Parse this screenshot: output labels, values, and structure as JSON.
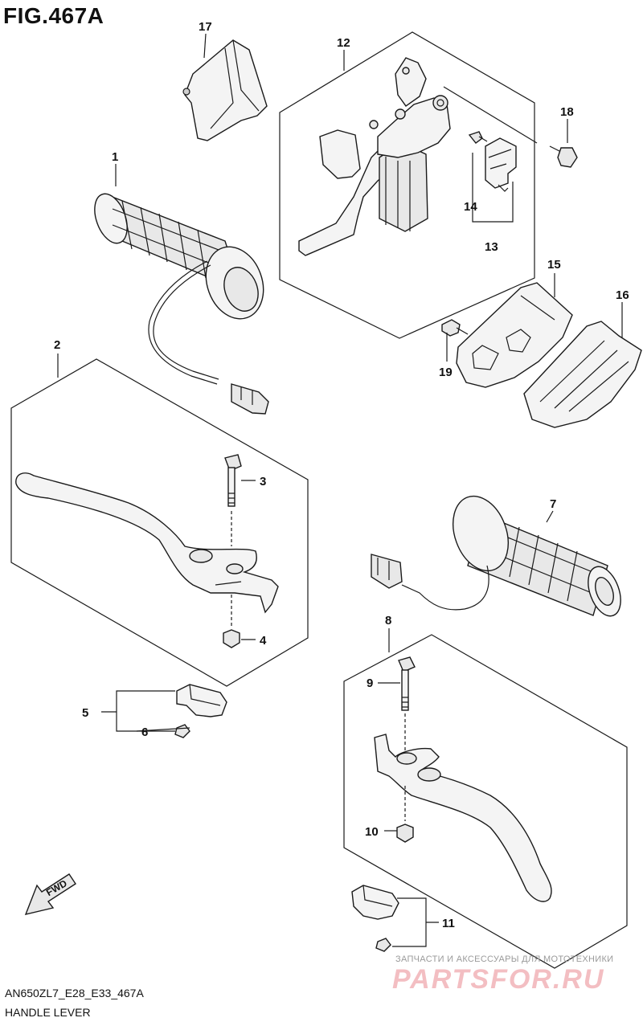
{
  "figure": {
    "title": "FIG.467A",
    "code": "AN650ZL7_E28_E33_467A",
    "subtitle": "HANDLE LEVER"
  },
  "callouts": [
    "1",
    "2",
    "3",
    "4",
    "5",
    "6",
    "7",
    "8",
    "9",
    "10",
    "11",
    "12",
    "13",
    "14",
    "15",
    "16",
    "17",
    "18",
    "19"
  ],
  "fwd_label": "FWD",
  "watermark": {
    "text": "ЗАПЧАСТИ И АКСЕССУАРЫ ДЛЯ МОТОТЕХНИКИ",
    "logo": "PARTSFOR.RU",
    "logo_color": "#dc4650"
  }
}
